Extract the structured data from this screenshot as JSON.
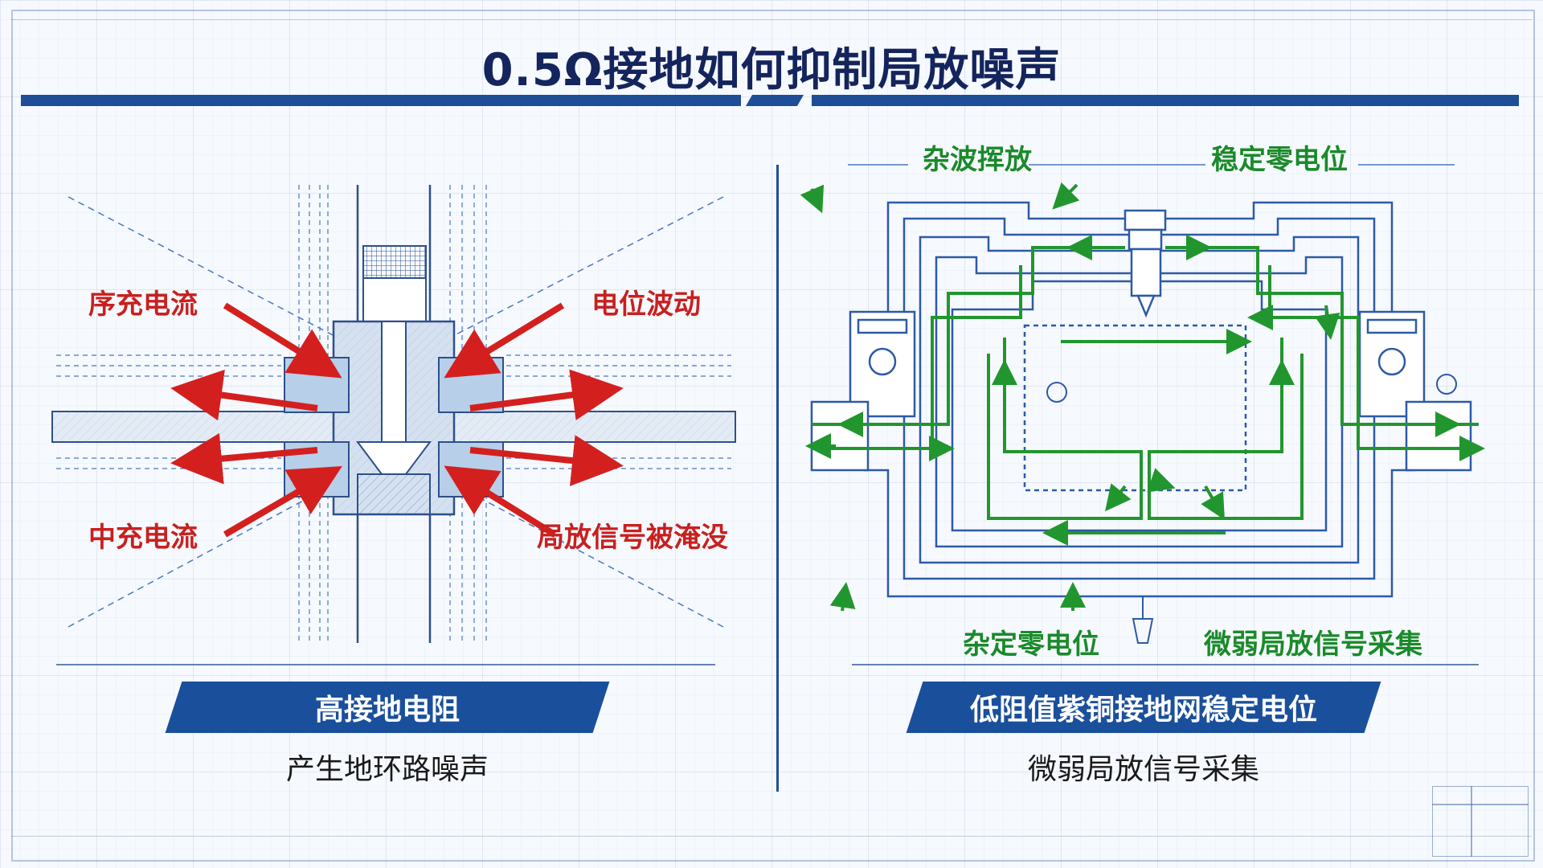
{
  "title": "0.5Ω接地如何抑制局放噪声",
  "colors": {
    "primary_blue": "#1a4f9c",
    "title_navy": "#14245c",
    "red": "#d3201f",
    "green": "#22962e",
    "light_blue": "#b7cfe9"
  },
  "left_panel": {
    "labels": {
      "top_left": "序充电流",
      "top_right": "电位波动",
      "bottom_left": "中充电流",
      "bottom_right": "局放信号被淹没"
    },
    "banner": "高接地电阻",
    "caption": "产生地环路噪声"
  },
  "right_panel": {
    "labels": {
      "top_left": "杂波挥放",
      "top_right": "稳定零电位",
      "bottom_left": "杂定零电位",
      "bottom_right": "微弱局放信号采集"
    },
    "banner": "低阻值紫铜接地网稳定电位",
    "caption": "微弱局放信号采集"
  }
}
